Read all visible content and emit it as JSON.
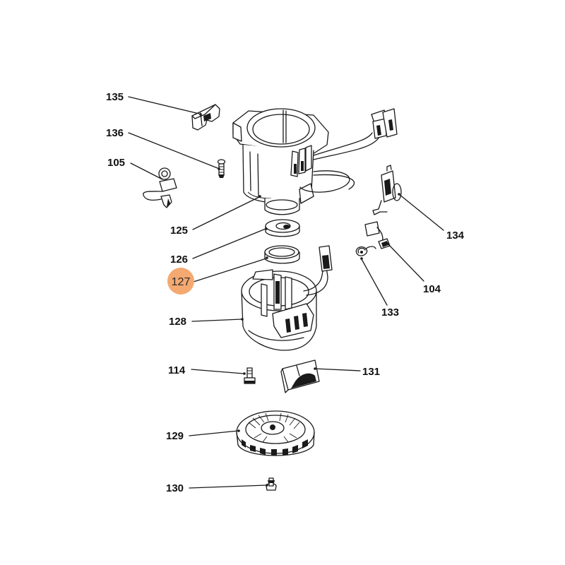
{
  "diagram": {
    "labels": {
      "l135": "135",
      "l136": "136",
      "l105": "105",
      "l125": "125",
      "l126": "126",
      "l127": "127",
      "l128": "128",
      "l114": "114",
      "l129": "129",
      "l130": "130",
      "l134": "134",
      "l104": "104",
      "l133": "133",
      "l131": "131"
    },
    "highlight_color": "#f4a971"
  }
}
